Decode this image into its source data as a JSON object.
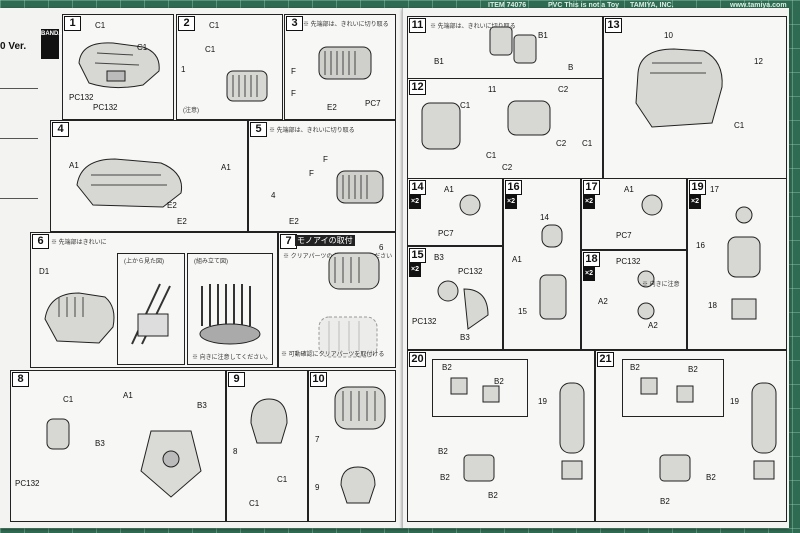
{
  "mat": {
    "item": "ITEM 74076",
    "pvc": "PVC This is not a Toy",
    "brand": "TAMIYA, INC.",
    "website": "www.tamiya.com"
  },
  "sheet": {
    "version_label": "0 Ver.",
    "logo": "BANDAI"
  },
  "steps": [
    {
      "num": "1",
      "labels": [
        "C1",
        "C1",
        "PC132",
        "PC132"
      ]
    },
    {
      "num": "2",
      "labels": [
        "C1",
        "C1",
        "1"
      ],
      "note": "(注意)"
    },
    {
      "num": "3",
      "note": "※ 先端部は、きれいに切り取る",
      "labels": [
        "F",
        "F",
        "E2",
        "PC7"
      ]
    },
    {
      "num": "4",
      "labels": [
        "A1",
        "A1",
        "E2",
        "E2"
      ]
    },
    {
      "num": "5",
      "note": "※ 先端部は、きれいに切り取る",
      "labels": [
        "F",
        "F",
        "4",
        "E2"
      ]
    },
    {
      "num": "6",
      "note": "※ 先端部はきれいに",
      "labels": [
        "D1"
      ],
      "inset_a": "(上から見た図)",
      "inset_b": "(組み立て図)",
      "caption": "※ 向きに注意してください。"
    },
    {
      "num": "7",
      "title": "モノアイの取付",
      "note": "※ クリアパーツの上部を外してください",
      "labels": [
        "6"
      ],
      "note2": "※ 可動確認にクリアパーツを取付ける"
    },
    {
      "num": "8",
      "labels": [
        "C1",
        "A1",
        "B3",
        "B3",
        "PC132"
      ]
    },
    {
      "num": "9",
      "labels": [
        "8",
        "C1",
        "C1"
      ]
    },
    {
      "num": "10",
      "labels": [
        "7",
        "9"
      ]
    },
    {
      "num": "11",
      "note": "※ 先端部は、きれいに切り取る",
      "labels": [
        "B1",
        "B1",
        "B"
      ]
    },
    {
      "num": "12",
      "labels": [
        "C1",
        "11",
        "C2",
        "C1",
        "C2",
        "C2",
        "C1"
      ]
    },
    {
      "num": "13",
      "labels": [
        "10",
        "12",
        "C1"
      ]
    },
    {
      "num": "14",
      "qty": "×2",
      "labels": [
        "A1",
        "PC7"
      ]
    },
    {
      "num": "15",
      "qty": "×2",
      "labels": [
        "B3",
        "PC132",
        "PC132",
        "B3"
      ]
    },
    {
      "num": "16",
      "qty": "×2",
      "labels": [
        "14",
        "A1",
        "15"
      ]
    },
    {
      "num": "17",
      "qty": "×2",
      "labels": [
        "A1",
        "PC7"
      ]
    },
    {
      "num": "18",
      "qty": "×2",
      "labels": [
        "PC132",
        "A2",
        "A2"
      ],
      "note": "※ 向きに注意"
    },
    {
      "num": "19",
      "qty": "×2",
      "labels": [
        "17",
        "16",
        "18"
      ]
    },
    {
      "num": "20",
      "labels": [
        "B2",
        "B2",
        "19",
        "B2",
        "B2",
        "B2"
      ]
    },
    {
      "num": "21",
      "labels": [
        "B2",
        "B2",
        "19",
        "B2",
        "B2"
      ]
    }
  ]
}
